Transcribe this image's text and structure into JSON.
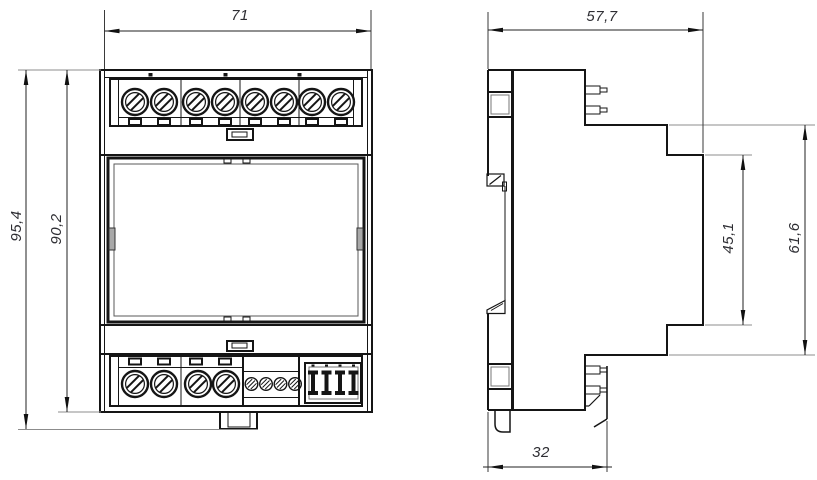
{
  "dims": {
    "front_width": "71",
    "front_overall_height": "95,4",
    "front_body_height": "90,2",
    "side_depth": "57,7",
    "side_inner_height": "45,1",
    "side_rear_height": "61,6",
    "side_rail_depth": "32"
  },
  "colors": {
    "line": "#151515",
    "extension_line": "#8c8c8c",
    "dim_line": "#222222",
    "dim_text": "#2e2e33",
    "background": "#ffffff"
  }
}
